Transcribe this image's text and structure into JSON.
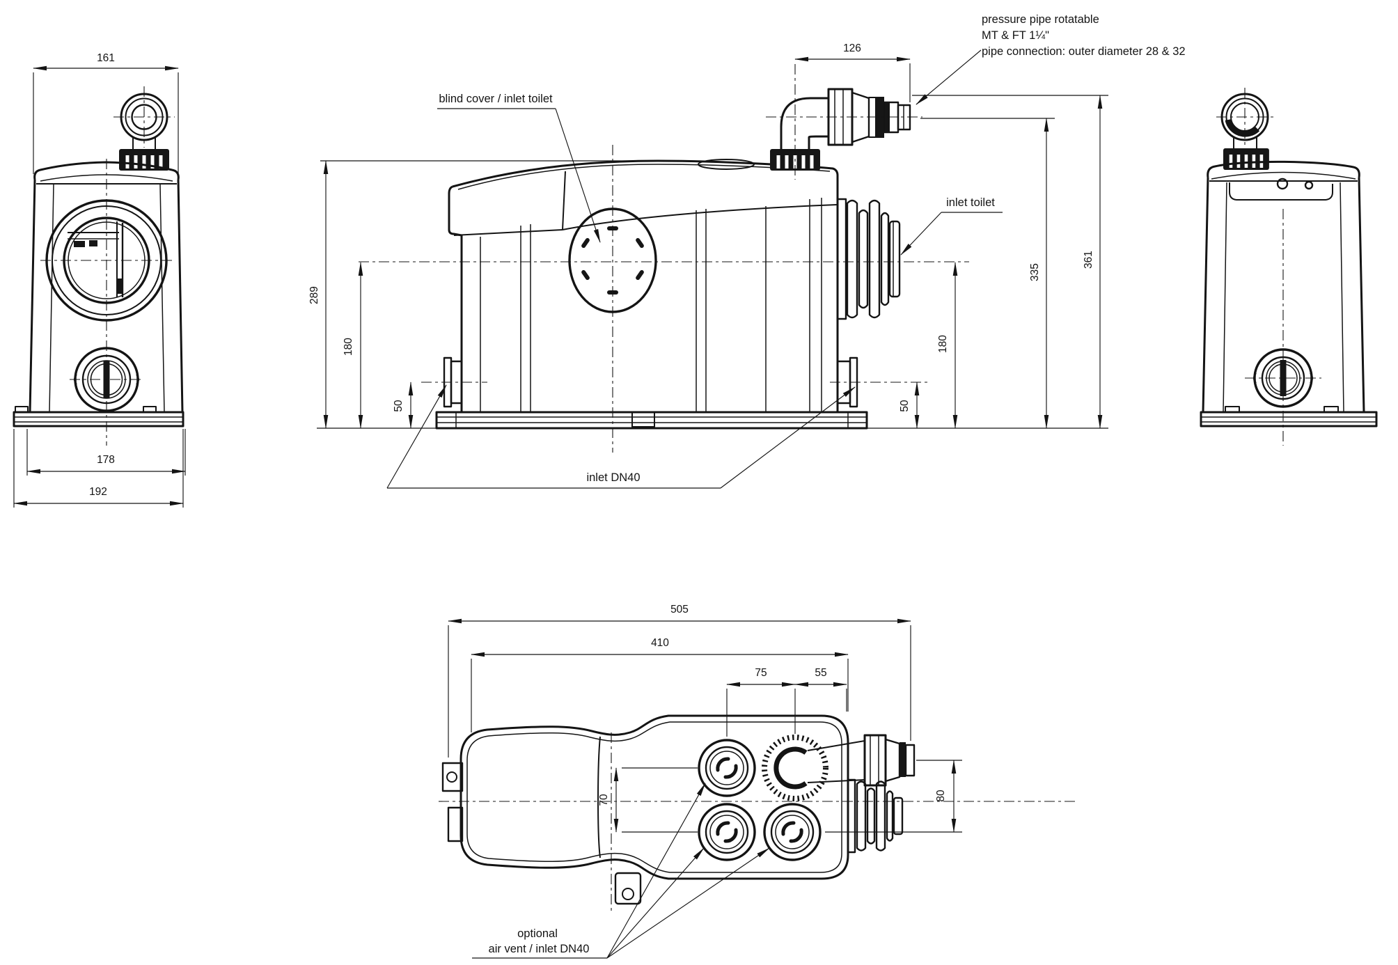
{
  "drawing": {
    "left": {
      "dim_161": "161",
      "dim_178": "178",
      "dim_192": "192"
    },
    "front": {
      "label_pressure_1": "pressure pipe rotatable",
      "label_pressure_2": "MT & FT 1¼\"",
      "label_pressure_3": "pipe connection: outer diameter 28 & 32",
      "label_blind_cover": "blind cover / inlet toilet",
      "label_inlet_toilet": "inlet toilet",
      "label_inlet_dn40": "inlet DN40",
      "dim_pipe": "126",
      "dim_289": "289",
      "dim_180_left": "180",
      "dim_50_left": "50",
      "dim_335": "335",
      "dim_361": "361",
      "dim_180_right": "180",
      "dim_50_right": "50"
    },
    "top": {
      "dim_505": "505",
      "dim_410": "410",
      "dim_75": "75",
      "dim_55": "55",
      "dim_70": "70",
      "dim_80": "80",
      "label_optional_1": "optional",
      "label_optional_2": "air vent / inlet DN40"
    }
  }
}
